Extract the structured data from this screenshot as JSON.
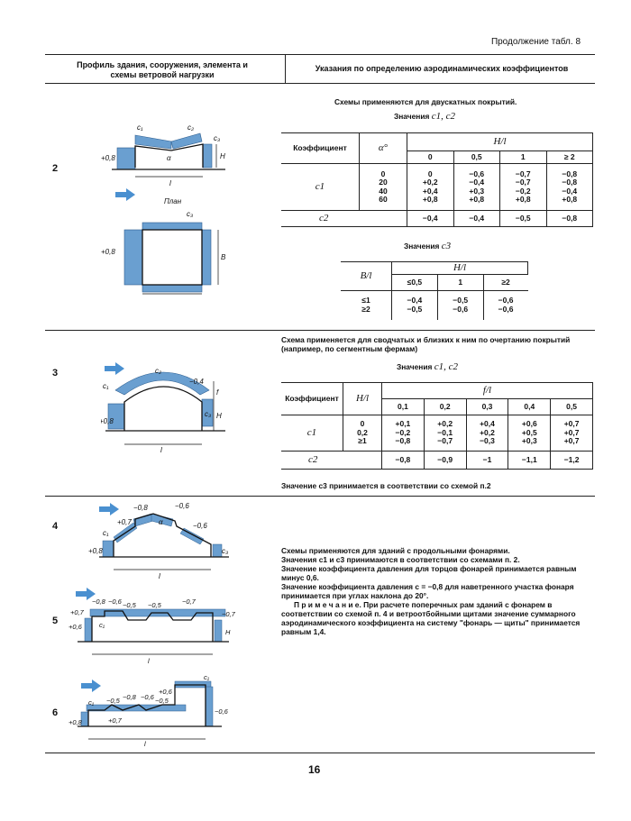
{
  "header": {
    "continuation": "Продолжение табл. 8"
  },
  "columns": {
    "left": "Профиль здания, сооружения, элемента и схемы ветровой нагрузки",
    "right": "Указания по определению аэродинамических коэффициентов"
  },
  "rows": {
    "r2": "2",
    "r3": "3",
    "r4": "4",
    "r5": "5",
    "r6": "6"
  },
  "s2": {
    "intro": "Схемы применяются для двускатных покрытий.",
    "t1_caption": "Значения",
    "t1_caption_sym": "c1, c2",
    "t1": {
      "col_coef": "Коэффициент",
      "col_alpha": "α°",
      "col_hl": "H/l",
      "hl_values": [
        "0",
        "0,5",
        "1",
        "≥ 2"
      ],
      "c1_label": "c1",
      "c2_label": "c2",
      "alpha": "0\n20\n40\n60",
      "c1_cols": [
        "0\n+0,2\n+0,4\n+0,8",
        "−0,6\n−0,4\n+0,3\n+0,8",
        "−0,7\n−0,7\n−0,2\n+0,8",
        "−0,8\n−0,8\n−0,4\n+0,8"
      ],
      "c2_values": [
        "−0,4",
        "−0,4",
        "−0,5",
        "−0,8"
      ]
    },
    "t2_caption": "Значения",
    "t2_caption_sym": "c3",
    "t2": {
      "col_bl": "B/l",
      "col_hl": "H/l",
      "hl_values": [
        "≤0,5",
        "1",
        "≥2"
      ],
      "bl_rows": "≤1\n≥2",
      "cols": [
        "−0,4\n−0,5",
        "−0,5\n−0,6",
        "−0,6\n−0,6"
      ]
    },
    "fig": {
      "c1": "c₁",
      "c2": "c₂",
      "c3": "c₃",
      "alpha": "α",
      "h": "H",
      "plus08": "+0,8",
      "plan": "План",
      "b": "B",
      "l": "l"
    }
  },
  "s3": {
    "intro": "Схема применяется для сводчатых и близких к ним по очертанию покрытий (например, по сегментным фермам)",
    "caption": "Значения",
    "caption_sym": "c1, c2",
    "t": {
      "col_coef": "Коэффициент",
      "col_hl": "H/l",
      "col_fl": "f/l",
      "fl_values": [
        "0,1",
        "0,2",
        "0,3",
        "0,4",
        "0,5"
      ],
      "hl_rows": "0\n0,2\n≥1",
      "c1_label": "c1",
      "c2_label": "c2",
      "c1_cols": [
        "+0,1\n−0,2\n−0,8",
        "+0,2\n−0,1\n−0,7",
        "+0,4\n+0,2\n−0,3",
        "+0,6\n+0,5\n+0,3",
        "+0,7\n+0,7\n+0,7"
      ],
      "c2_values": [
        "−0,8",
        "−0,9",
        "−1",
        "−1,1",
        "−1,2"
      ]
    },
    "note": "Значение c3 принимается в соответствии со схемой п.2",
    "fig": {
      "c1": "c₁",
      "c2": "c₂",
      "c3": "c₃",
      "m04": "−0,4",
      "p08": "+0,8",
      "f": "f",
      "h": "H",
      "l": "l"
    }
  },
  "s456": {
    "p1": "Схемы применяются для зданий с продольными фонарями.",
    "p2": "Значения c1 и c3 принимаются в соответствии со схемами п. 2.",
    "p3": "Значение коэффициента давления для торцов фонарей принимается равным минус 0,6.",
    "p4": "Значение коэффициента давления c = −0,8 для наветренного участка фонаря принимается при углах наклона до 20°.",
    "p5": "П р и м е ч а н и е. При расчете поперечных рам зданий с фонарем в соответствии со схемой п. 4 и ветроотбойными щитами значение суммарного аэродинамического коэффициента на систему \"фонарь — щиты\" принимается равным 1,4.",
    "fig4": {
      "m08": "−0,8",
      "m06a": "−0,6",
      "m06b": "−0,6",
      "p07": "+0,7",
      "p08": "+0,8",
      "c1": "c₁",
      "c3": "c₃",
      "alpha": "α",
      "l": "l"
    },
    "fig5": {
      "m08": "−0,8",
      "m06": "−0,6",
      "m05a": "−0,5",
      "m05b": "−0,5",
      "m07": "−0,7",
      "p07": "+0,7",
      "p06": "+0,6",
      "m07r": "−0,7",
      "c1": "c₁",
      "h": "H",
      "l": "l"
    },
    "fig6": {
      "c1a": "c₁",
      "c1b": "c₁",
      "m05": "−0,5",
      "m08": "−0,8",
      "m06": "−0,6",
      "m05b": "−0,5",
      "p06": "+0,6",
      "m06r": "−0,6",
      "p08": "+0,8",
      "p07": "+0,7",
      "l": "l"
    }
  },
  "footer": {
    "page": "16"
  }
}
